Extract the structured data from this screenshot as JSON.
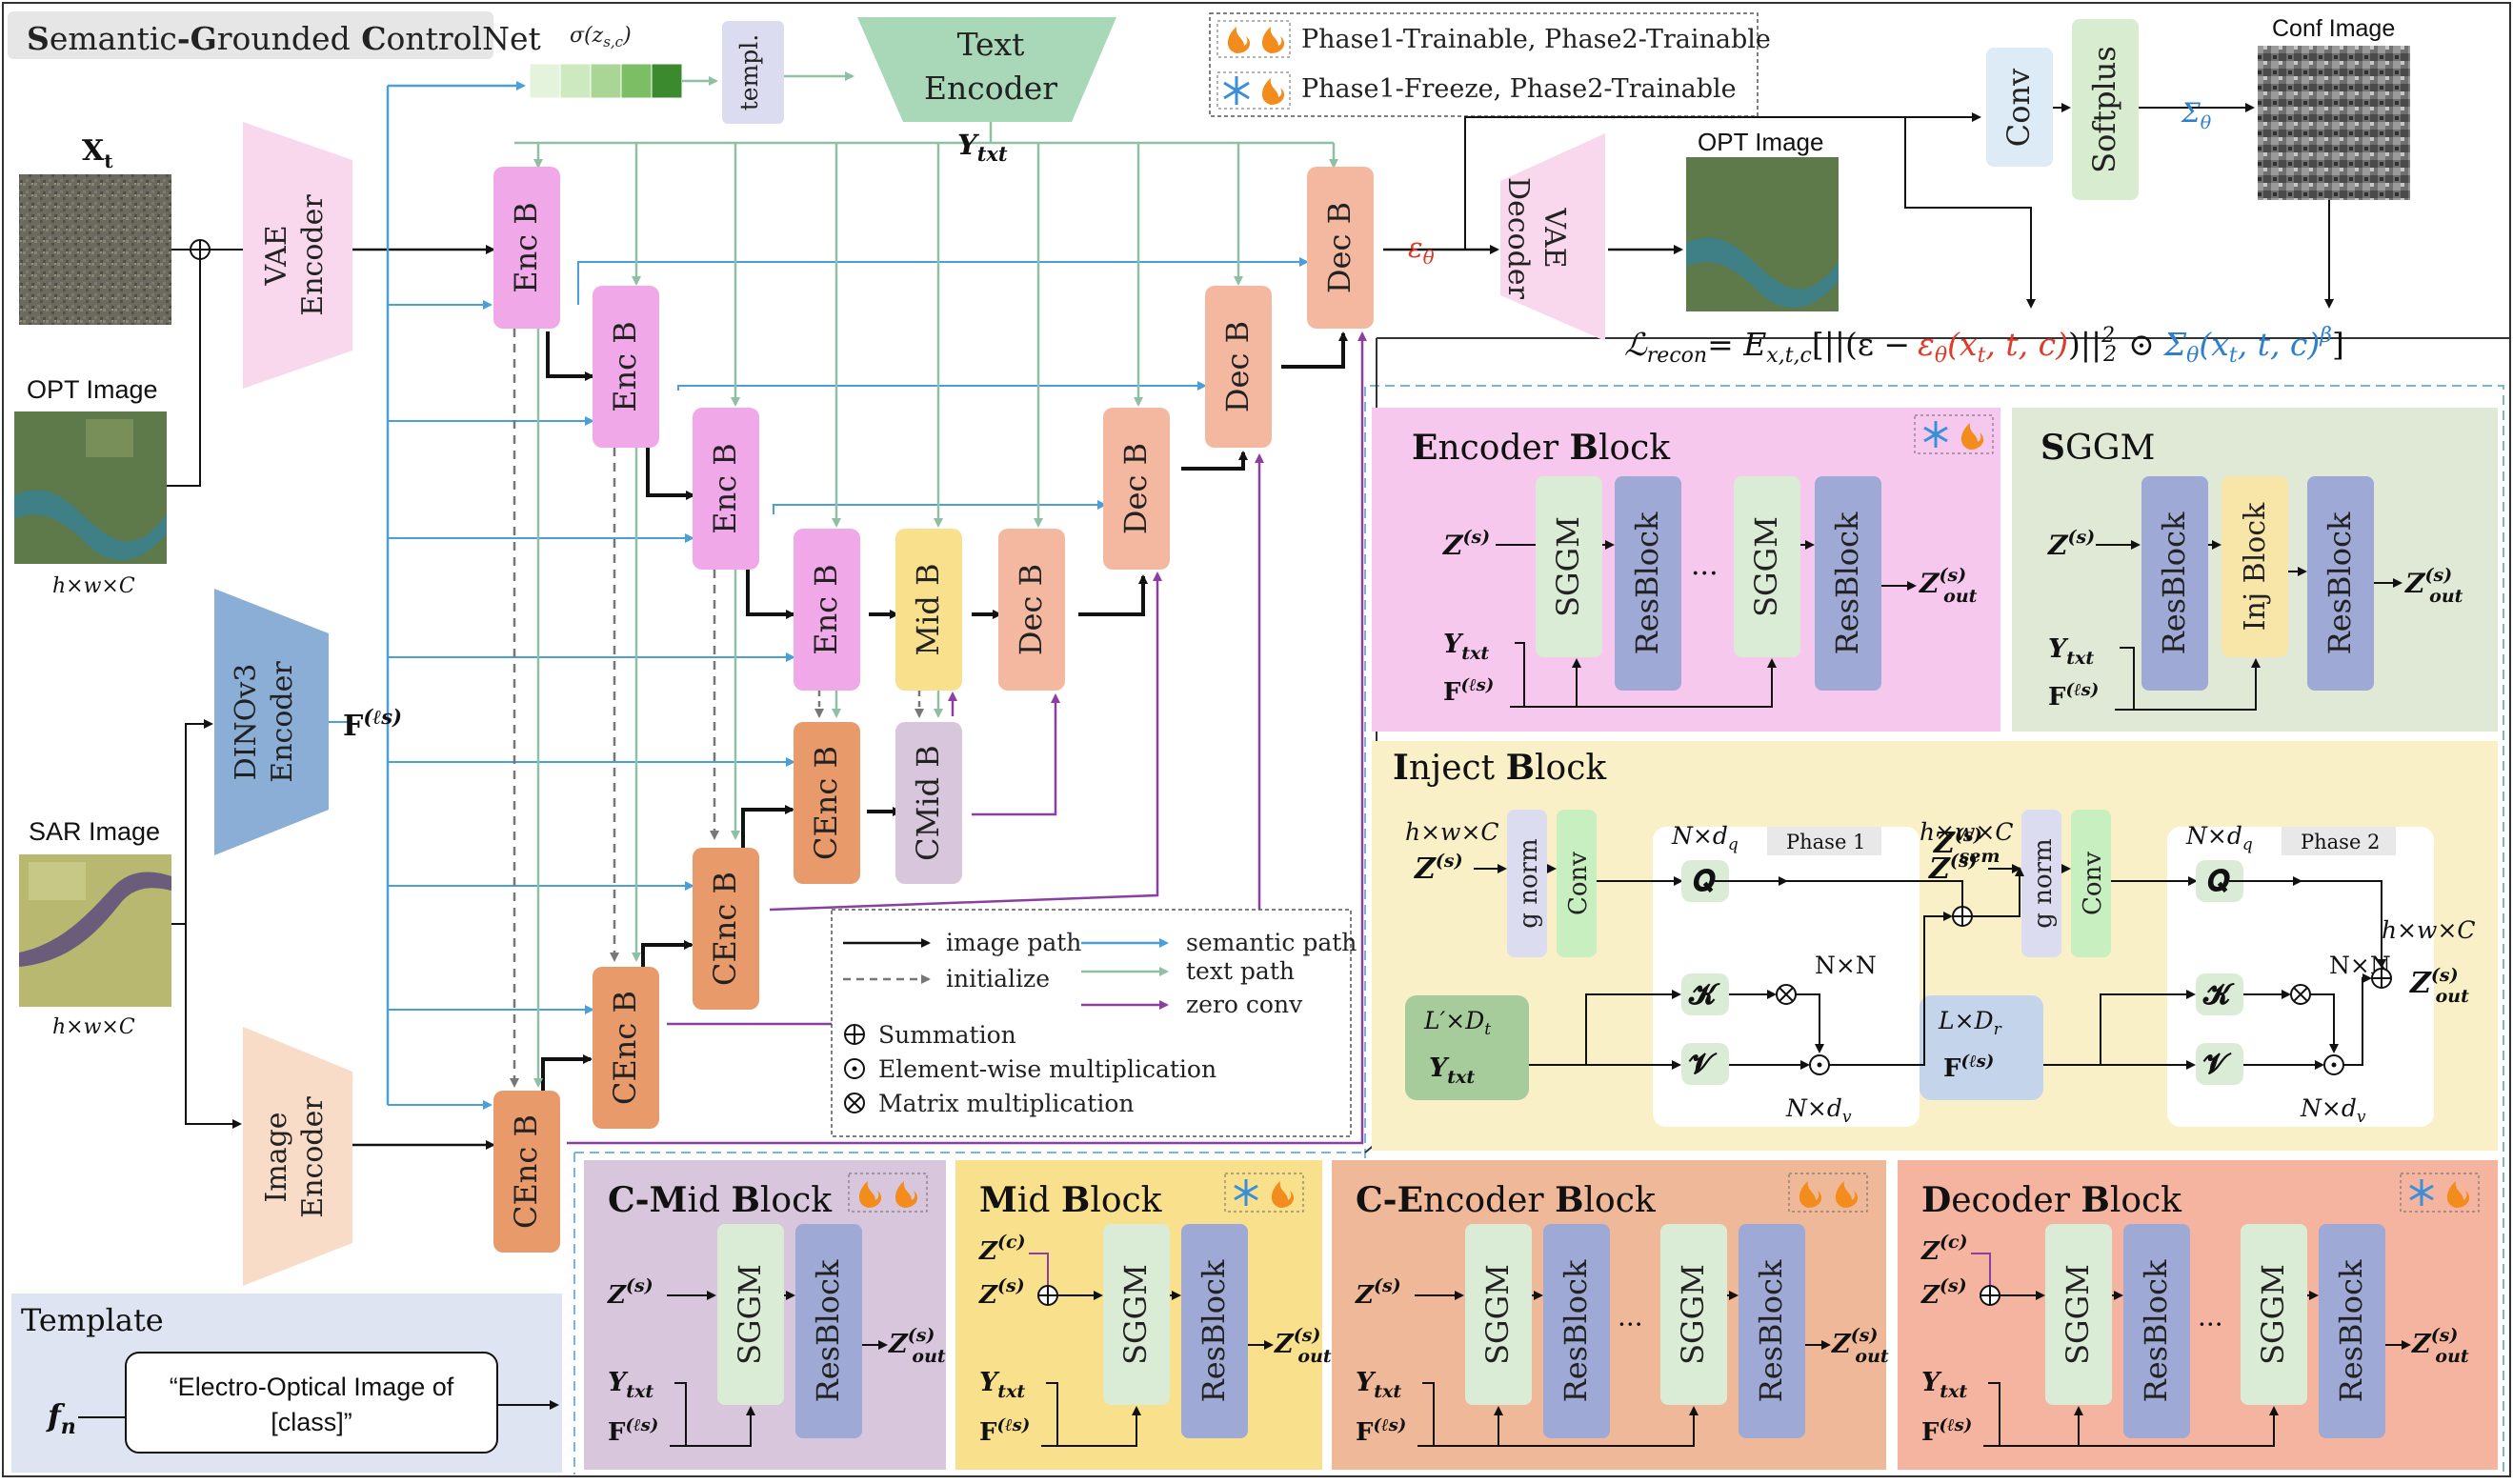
{
  "title": "Semantic-Grounded ControlNet",
  "legend_phase": {
    "trainable": "Phase1-Trainable, Phase2-Trainable",
    "freeze": "Phase1-Freeze, Phase2-Trainable"
  },
  "inputs": {
    "xt": "X",
    "xt_sub": "t",
    "opt_image": "OPT Image",
    "dim_hwc": "h×w×C",
    "sar_image": "SAR Image",
    "opt_image_out": "OPT Image",
    "conf_image": "Conf Image"
  },
  "modules": {
    "vae_enc": [
      "VAE",
      "Encoder"
    ],
    "vae_dec": [
      "VAE",
      "Decoder"
    ],
    "dino": [
      "DINOv3",
      "Encoder"
    ],
    "img_enc": [
      "Image",
      "Encoder"
    ],
    "text_enc": [
      "Text",
      "Encoder"
    ],
    "templ": "templ.",
    "conv": "Conv",
    "softplus": "Softplus"
  },
  "blocks": {
    "enc": "Enc B",
    "mid": "Mid B",
    "dec": "Dec B",
    "cenc": "CEnc B",
    "cmid": "CMid B"
  },
  "symbols": {
    "sigma": "σ(z",
    "sigma_sub": "s,c",
    "sigma_close": ")",
    "ytxt": "Y",
    "ytxt_sub": "txt",
    "F": "F",
    "F_sup": "(ℓs)",
    "eps": "ε",
    "eps_sub": "θ",
    "Sigma": "Σ",
    "Sigma_sub": "θ",
    "loss": "ℒ",
    "loss_sub": "recon",
    "loss_eq": "= E",
    "loss_eq_sub": "x,t,c",
    "loss_open": "[||(ε −",
    "loss_eps": "ε",
    "loss_eps_sub": "θ",
    "loss_arg": "(x",
    "loss_arg_sub": "t",
    "loss_arg_rest": ", t, c)",
    "loss_norm": ")||",
    "loss_pow": "2",
    "loss_sub2": "2",
    "loss_odot": "⊙",
    "loss_sig": "Σ",
    "loss_sig_sub": "θ",
    "loss_sig_arg": "(x",
    "loss_sig_arg_sub": "t",
    "loss_sig_arg_rest": ", t, c)",
    "loss_beta": "β",
    "loss_close": "]",
    "Z": "Z",
    "Z_s": "(s)",
    "Z_c": "(c)",
    "Zout_sub": "out",
    "Zsem_sub": "sem"
  },
  "legend_paths": {
    "image_path": "image path",
    "initialize": "initialize",
    "semantic_path": "semantic path",
    "text_path": "text path",
    "zero_conv": "zero conv",
    "summation": "Summation",
    "elementwise": "Element-wise multiplication",
    "matrix": "Matrix multiplication"
  },
  "template": {
    "title": "Template",
    "fn": "f",
    "fn_sub": "n",
    "text_line1": "“Electro-Optical Image of",
    "text_line2": "[class]”"
  },
  "panels": {
    "encoder_block": "Encoder Block",
    "sggm": "SGGM",
    "inject_block": "Inject Block",
    "cmid_block": "C-Mid Block",
    "mid_block": "Mid Block",
    "cenc_block": "C-Encoder Block",
    "dec_block": "Decoder Block"
  },
  "sub_blocks": {
    "sggm": "SGGM",
    "resblock": "ResBlock",
    "inj": "Inj Block",
    "gnorm": "g norm",
    "conv": "Conv",
    "dots": "···"
  },
  "inject": {
    "hwc": "h×w×C",
    "ndq": "N×d",
    "ndq_sub": "q",
    "phase1": "Phase 1",
    "phase2": "Phase 2",
    "nn": "N×N",
    "ndv": "N×d",
    "ndv_sub": "v",
    "l1dt": "L′×D",
    "l1dt_sub": "t",
    "ldr": "L×D",
    "ldr_sub": "r",
    "Q": "𝑸",
    "K": "𝓚",
    "V": "𝓥"
  },
  "colors": {
    "blue_path": "#4a9fd8",
    "text_path": "#8fc0a4",
    "zero_conv": "#8b3fa0",
    "enc_block": "#f0a8e8",
    "dec_block": "#f4b8a0",
    "cenc_block": "#e89a6a",
    "mid_block": "#f8e08c",
    "cmid_block": "#d8c6dc",
    "red": "#e03a2a",
    "sigma_blue": "#2f7fcf"
  }
}
